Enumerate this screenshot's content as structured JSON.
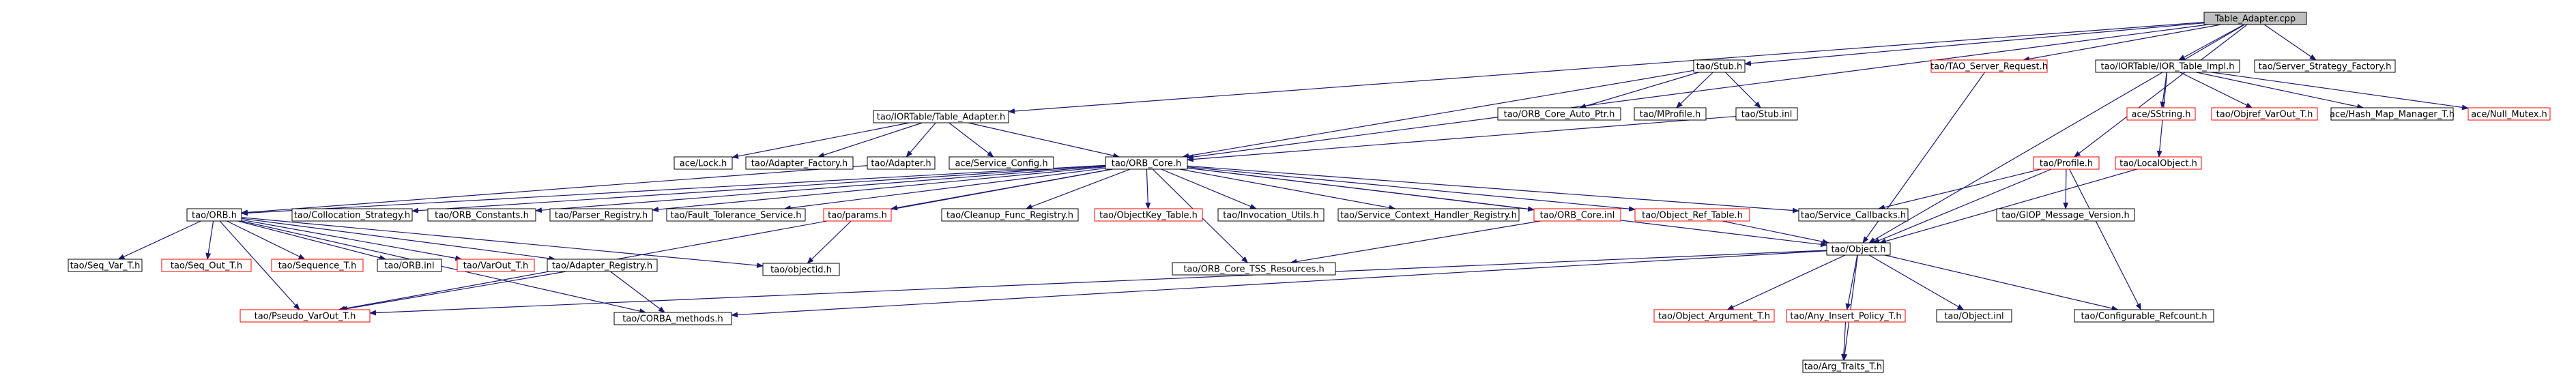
{
  "diagram": {
    "colors": {
      "edge": "#191970",
      "node_border_default": "#000000",
      "node_border_missing": "#ff0000",
      "root_fill": "#bfbfbf",
      "node_fill": "#ffffff"
    },
    "nodes": [
      {
        "id": "root",
        "label": "Table_Adapter.cpp",
        "root": true
      },
      {
        "id": "tao_stub_h",
        "label": "tao/Stub.h"
      },
      {
        "id": "tao_server_request",
        "label": "tao/TAO_Server_Request.h",
        "missing": true
      },
      {
        "id": "ior_table_impl",
        "label": "tao/IORTable/IOR_Table_Impl.h"
      },
      {
        "id": "tao_server_strategy_factory",
        "label": "tao/Server_Strategy_Factory.h"
      },
      {
        "id": "ior_table_adapter",
        "label": "tao/IORTable/Table_Adapter.h"
      },
      {
        "id": "orb_core_auto_ptr",
        "label": "tao/ORB_Core_Auto_Ptr.h"
      },
      {
        "id": "mprofile",
        "label": "tao/MProfile.h"
      },
      {
        "id": "stub_inl",
        "label": "tao/Stub.inl"
      },
      {
        "id": "sstring",
        "label": "ace/SString.h",
        "missing": true
      },
      {
        "id": "objref_varout",
        "label": "tao/Objref_VarOut_T.h",
        "missing": true
      },
      {
        "id": "hash_map_manager",
        "label": "ace/Hash_Map_Manager_T.h"
      },
      {
        "id": "null_mutex",
        "label": "ace/Null_Mutex.h",
        "missing": true
      },
      {
        "id": "ace_lock",
        "label": "ace/Lock.h"
      },
      {
        "id": "adapter_factory",
        "label": "tao/Adapter_Factory.h"
      },
      {
        "id": "adapter_h",
        "label": "tao/Adapter.h"
      },
      {
        "id": "service_config",
        "label": "ace/Service_Config.h"
      },
      {
        "id": "orb_core_h",
        "label": "tao/ORB_Core.h"
      },
      {
        "id": "profile_h",
        "label": "tao/Profile.h",
        "missing": true
      },
      {
        "id": "local_object",
        "label": "tao/LocalObject.h",
        "missing": true
      },
      {
        "id": "orb_h",
        "label": "tao/ORB.h"
      },
      {
        "id": "collocation_strategy",
        "label": "tao/Collocation_Strategy.h"
      },
      {
        "id": "orb_constants",
        "label": "tao/ORB_Constants.h"
      },
      {
        "id": "parser_registry",
        "label": "tao/Parser_Registry.h"
      },
      {
        "id": "fault_tolerance",
        "label": "tao/Fault_Tolerance_Service.h"
      },
      {
        "id": "params_h",
        "label": "tao/params.h",
        "missing": true
      },
      {
        "id": "cleanup_func_registry",
        "label": "tao/Cleanup_Func_Registry.h"
      },
      {
        "id": "objectkey_table",
        "label": "tao/ObjectKey_Table.h",
        "missing": true
      },
      {
        "id": "invocation_utils",
        "label": "tao/Invocation_Utils.h"
      },
      {
        "id": "service_context_handler",
        "label": "tao/Service_Context_Handler_Registry.h"
      },
      {
        "id": "orb_core_inl",
        "label": "tao/ORB_Core.inl",
        "missing": true
      },
      {
        "id": "object_ref_table",
        "label": "tao/Object_Ref_Table.h",
        "missing": true
      },
      {
        "id": "service_callbacks",
        "label": "tao/Service_Callbacks.h"
      },
      {
        "id": "giop_message_version",
        "label": "tao/GIOP_Message_Version.h"
      },
      {
        "id": "seq_var",
        "label": "tao/Seq_Var_T.h"
      },
      {
        "id": "seq_out",
        "label": "tao/Seq_Out_T.h",
        "missing": true
      },
      {
        "id": "sequence_t",
        "label": "tao/Sequence_T.h",
        "missing": true
      },
      {
        "id": "orb_inl",
        "label": "tao/ORB.inl"
      },
      {
        "id": "varout_t",
        "label": "tao/VarOut_T.h",
        "missing": true
      },
      {
        "id": "adapter_registry",
        "label": "tao/Adapter_Registry.h"
      },
      {
        "id": "objectid",
        "label": "tao/objectid.h"
      },
      {
        "id": "orb_core_tss",
        "label": "tao/ORB_Core_TSS_Resources.h"
      },
      {
        "id": "object_h",
        "label": "tao/Object.h"
      },
      {
        "id": "pseudo_varout",
        "label": "tao/Pseudo_VarOut_T.h",
        "missing": true
      },
      {
        "id": "corba_methods",
        "label": "tao/CORBA_methods.h"
      },
      {
        "id": "object_argument",
        "label": "tao/Object_Argument_T.h",
        "missing": true
      },
      {
        "id": "any_insert_policy",
        "label": "tao/Any_Insert_Policy_T.h",
        "missing": true
      },
      {
        "id": "object_inl",
        "label": "tao/Object.inl"
      },
      {
        "id": "configurable_refcount",
        "label": "tao/Configurable_Refcount.h"
      },
      {
        "id": "arg_traits",
        "label": "tao/Arg_Traits_T.h"
      }
    ],
    "edges": [
      [
        "root",
        "tao_stub_h"
      ],
      [
        "root",
        "tao_server_request"
      ],
      [
        "root",
        "ior_table_impl"
      ],
      [
        "root",
        "tao_server_strategy_factory"
      ],
      [
        "root",
        "ior_table_adapter"
      ],
      [
        "root",
        "orb_core_h"
      ],
      [
        "root",
        "profile_h"
      ],
      [
        "root",
        "object_h"
      ],
      [
        "tao_stub_h",
        "orb_core_auto_ptr"
      ],
      [
        "tao_stub_h",
        "mprofile"
      ],
      [
        "tao_stub_h",
        "stub_inl"
      ],
      [
        "tao_stub_h",
        "orb_core_h"
      ],
      [
        "tao_server_request",
        "object_h"
      ],
      [
        "ior_table_impl",
        "sstring"
      ],
      [
        "ior_table_impl",
        "objref_varout"
      ],
      [
        "ior_table_impl",
        "hash_map_manager"
      ],
      [
        "ior_table_impl",
        "null_mutex"
      ],
      [
        "ior_table_impl",
        "local_object"
      ],
      [
        "ior_table_adapter",
        "ace_lock"
      ],
      [
        "ior_table_adapter",
        "adapter_factory"
      ],
      [
        "ior_table_adapter",
        "adapter_h"
      ],
      [
        "ior_table_adapter",
        "service_config"
      ],
      [
        "ior_table_adapter",
        "orb_core_h"
      ],
      [
        "stub_inl",
        "orb_core_h"
      ],
      [
        "adapter_h",
        "orb_h"
      ],
      [
        "orb_core_h",
        "orb_h"
      ],
      [
        "orb_core_h",
        "collocation_strategy"
      ],
      [
        "orb_core_h",
        "orb_constants"
      ],
      [
        "orb_core_h",
        "parser_registry"
      ],
      [
        "orb_core_h",
        "fault_tolerance"
      ],
      [
        "orb_core_h",
        "params_h"
      ],
      [
        "orb_core_h",
        "cleanup_func_registry"
      ],
      [
        "orb_core_h",
        "objectkey_table"
      ],
      [
        "orb_core_h",
        "invocation_utils"
      ],
      [
        "orb_core_h",
        "service_context_handler"
      ],
      [
        "orb_core_h",
        "orb_core_inl"
      ],
      [
        "orb_core_h",
        "object_ref_table"
      ],
      [
        "orb_core_h",
        "service_callbacks"
      ],
      [
        "orb_core_h",
        "orb_core_tss"
      ],
      [
        "orb_core_h",
        "object_h"
      ],
      [
        "orb_core_h",
        "pseudo_varout"
      ],
      [
        "profile_h",
        "service_callbacks"
      ],
      [
        "profile_h",
        "giop_message_version"
      ],
      [
        "profile_h",
        "object_h"
      ],
      [
        "profile_h",
        "configurable_refcount"
      ],
      [
        "local_object",
        "object_h"
      ],
      [
        "orb_h",
        "seq_var"
      ],
      [
        "orb_h",
        "seq_out"
      ],
      [
        "orb_h",
        "sequence_t"
      ],
      [
        "orb_h",
        "orb_inl"
      ],
      [
        "orb_h",
        "varout_t"
      ],
      [
        "orb_h",
        "adapter_registry"
      ],
      [
        "orb_h",
        "objectid"
      ],
      [
        "orb_h",
        "corba_methods"
      ],
      [
        "orb_h",
        "pseudo_varout"
      ],
      [
        "params_h",
        "objectid"
      ],
      [
        "orb_core_inl",
        "orb_core_tss"
      ],
      [
        "object_ref_table",
        "object_h"
      ],
      [
        "adapter_registry",
        "pseudo_varout"
      ],
      [
        "adapter_registry",
        "corba_methods"
      ],
      [
        "object_h",
        "pseudo_varout"
      ],
      [
        "object_h",
        "corba_methods"
      ],
      [
        "object_h",
        "object_argument"
      ],
      [
        "object_h",
        "any_insert_policy"
      ],
      [
        "object_h",
        "object_inl"
      ],
      [
        "object_h",
        "configurable_refcount"
      ],
      [
        "object_h",
        "arg_traits"
      ],
      [
        "any_insert_policy",
        "arg_traits"
      ]
    ]
  }
}
